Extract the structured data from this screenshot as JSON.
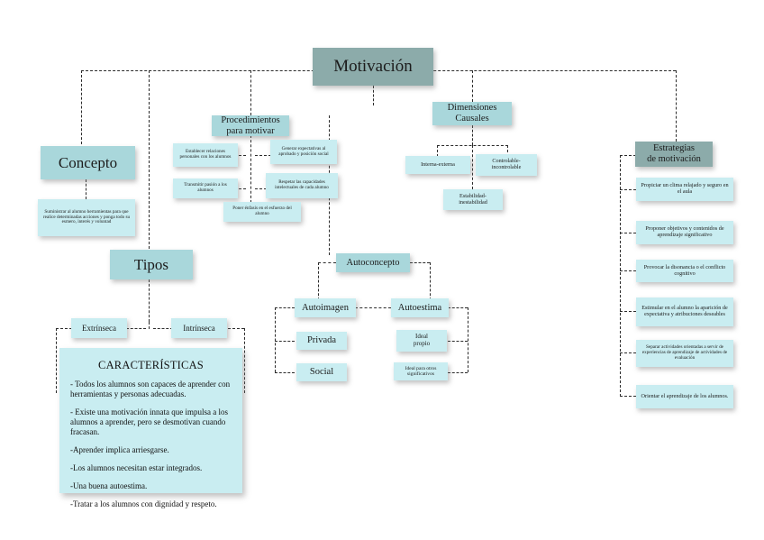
{
  "diagram": {
    "title": "Motivación",
    "type": "concept-map",
    "colors": {
      "dark_teal": "#8cabaa",
      "mid_teal": "#a9d7db",
      "light_cyan": "#c9edf1",
      "line": "#2b2b2b",
      "text": "#1c1c1c",
      "background": "#ffffff"
    }
  },
  "root": {
    "label": "Motivación"
  },
  "branches": {
    "concepto": {
      "label": "Concepto",
      "detail": "Suministrar al alumno herramientas para que realice determinadas acciones y ponga todo su esmero, interés y voluntad"
    },
    "procedimientos": {
      "label": "Procedimientos\npara motivar",
      "label_line1": "Procedimientos",
      "label_line2": "para motivar",
      "items": [
        {
          "text": "Establecer relaciones personales con los alumnos"
        },
        {
          "text": "Generar expectativas al aprobado y posición social"
        },
        {
          "text": "Transmitir pasión a los alumnos"
        },
        {
          "text": "Respetar las capacidades intelectuales de cada alumno"
        },
        {
          "text": "Poner énfasis en el esfuerzo del alumno"
        }
      ]
    },
    "dimensiones": {
      "label_line1": "Dimensiones",
      "label_line2": "Causales",
      "items": [
        {
          "text": "Interna-externa"
        },
        {
          "text": "Controlable-incontrolable"
        },
        {
          "text": "Estabilidad-inestabilidad"
        }
      ]
    },
    "estrategias": {
      "label_line1": "Estrategias",
      "label_line2": "de motivación",
      "items": [
        {
          "text": "Propiciar un clima relajado y seguro en el aula"
        },
        {
          "text": "Proponer objetivos y contenidos de aprendizaje significativo"
        },
        {
          "text": "Provocar la disonancia o el conflicto cognitivo"
        },
        {
          "text": "Estimular en el alumno la aparición de expectativa y atribuciones deseables"
        },
        {
          "text": "Separar actividades orientadas a servir de experiencias de aprendizaje de actividades de evaluación"
        },
        {
          "text": "Orientar el aprendizaje de los alumnos."
        }
      ]
    },
    "tipos": {
      "label": "Tipos",
      "items": [
        {
          "text": "Extrínseca"
        },
        {
          "text": "Intrínseca"
        }
      ]
    },
    "autoconcepto": {
      "label": "Autoconcepto",
      "autoimagen": {
        "label": "Autoimagen",
        "items": [
          {
            "text": "Privada"
          },
          {
            "text": "Social"
          }
        ]
      },
      "autoestima": {
        "label": "Autoestima",
        "items": [
          {
            "text": "Ideal propio",
            "line1": "Ideal",
            "line2": "propio"
          },
          {
            "text": "Ideal para otros significativos",
            "line1": "Ideal para otros",
            "line2": "significativos"
          }
        ]
      }
    },
    "caracteristicas": {
      "title": "CARACTERÍSTICAS",
      "items": [
        "- Todos los alumnos son capaces de aprender con herramientas y personas adecuadas.",
        "- Existe una motivación innata que impulsa a los alumnos a aprender, pero se desmotivan cuando fracasan.",
        "-Aprender implica arriesgarse.",
        "-Los alumnos necesitan estar integrados.",
        "-Una buena autoestima.",
        "-Tratar a los alumnos con dignidad y respeto."
      ]
    }
  }
}
